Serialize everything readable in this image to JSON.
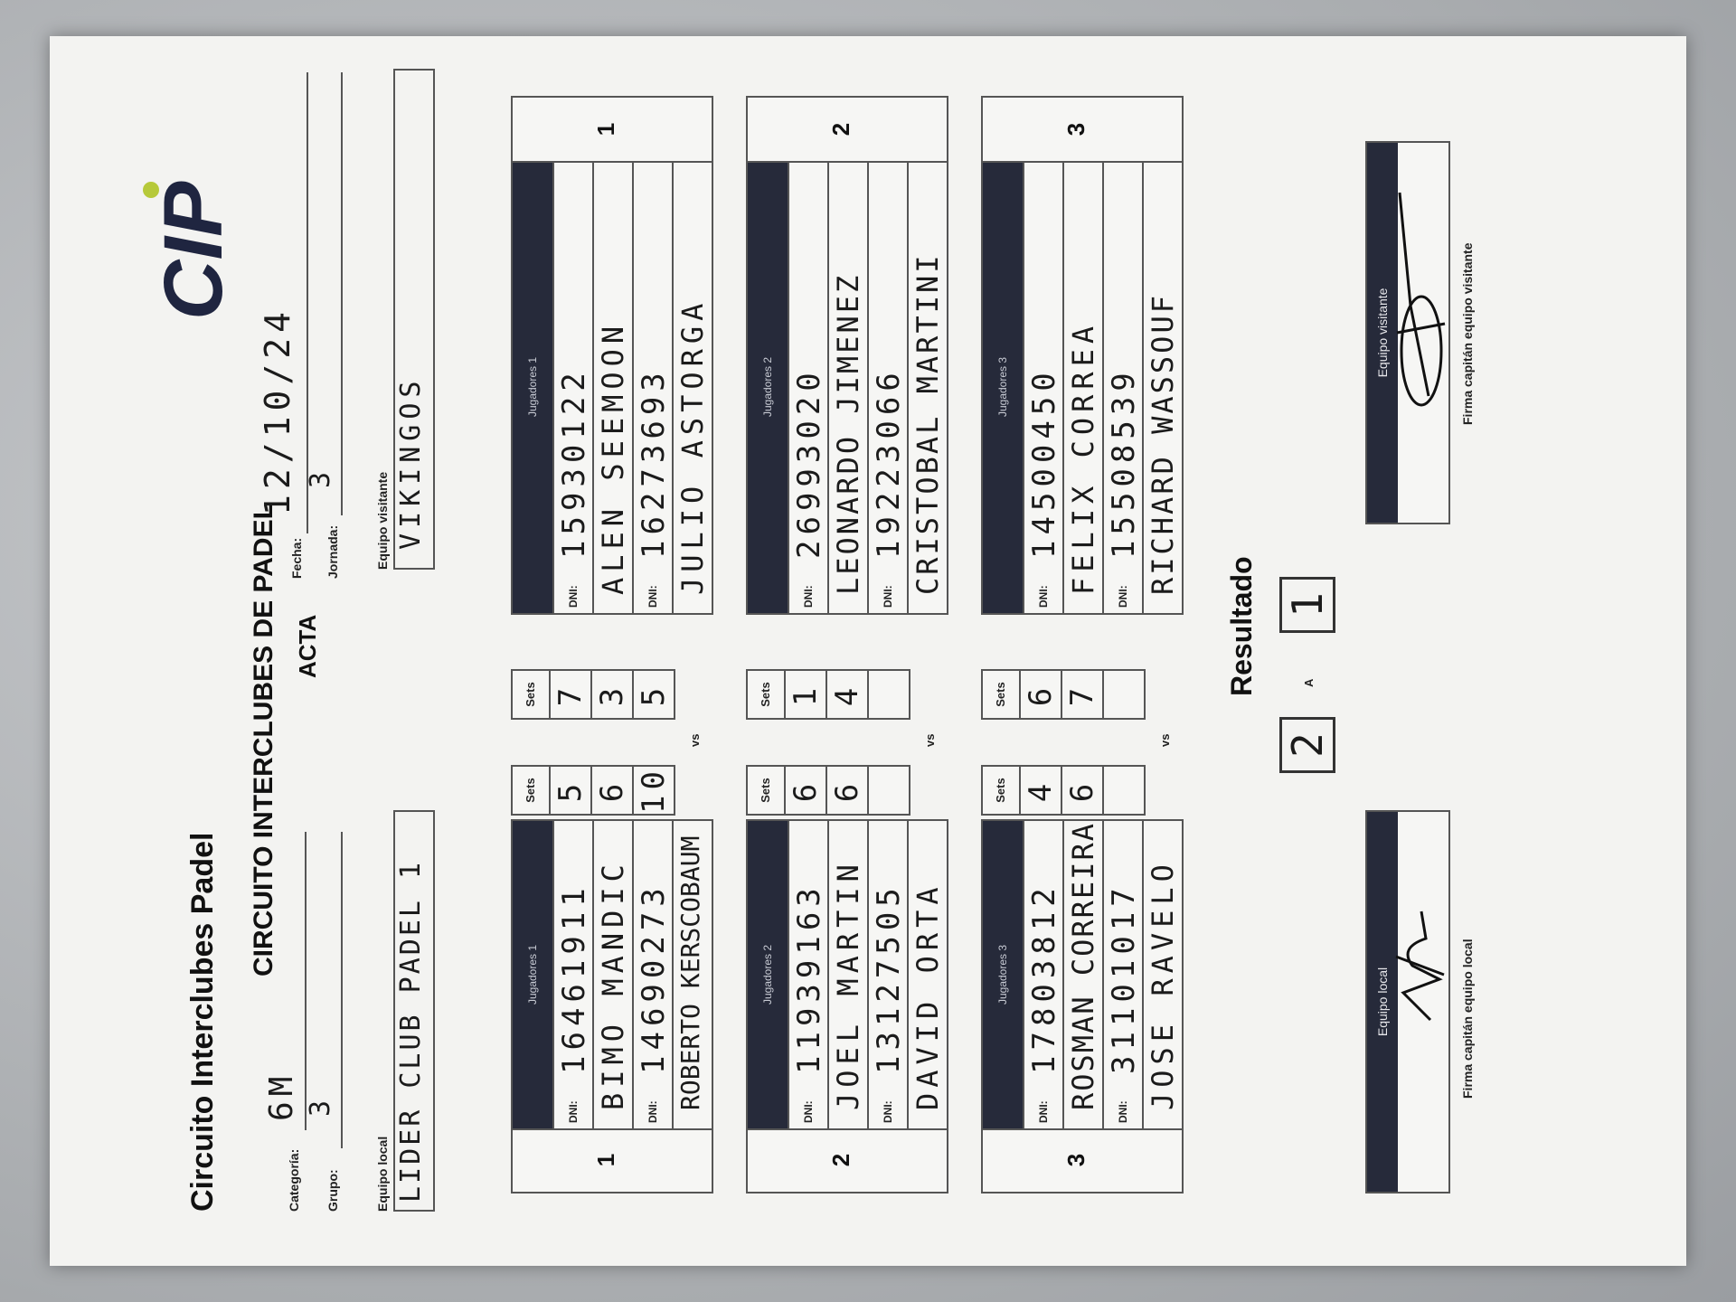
{
  "header": {
    "subtitle": "Circuito Interclubes Padel",
    "title": "CIRCUITO INTERCLUBES DE PADEL",
    "acta": "ACTA",
    "logo_text": "CIP"
  },
  "meta": {
    "categoria_label": "Categoría:",
    "categoria_value": "6M",
    "grupo_label": "Grupo:",
    "grupo_value": "3",
    "fecha_label": "Fecha:",
    "fecha_value": "12/10/24",
    "jornada_label": "Jornada:",
    "jornada_value": "3",
    "local_label": "Equipo local",
    "local_value": "LIDER CLUB PADEL 1",
    "visitante_label": "Equipo visitante",
    "visitante_value": "VIKINGOS"
  },
  "labels": {
    "dni": "DNI:",
    "sets": "Sets",
    "vs": "vs"
  },
  "matches": [
    {
      "number": "1",
      "local": {
        "header": "Jugadores 1",
        "p1_dni": "16461911",
        "p1_name": "BIMO MANDIC",
        "p2_dni": "14690273",
        "p2_name": "ROBERTO KERSCOBAUM"
      },
      "local_sets": [
        "5",
        "6",
        "10"
      ],
      "visit_sets": [
        "7",
        "3",
        "5"
      ],
      "visit": {
        "header": "Jugadores 1",
        "p1_dni": "15930122",
        "p1_name": "ALEN SEEMOON",
        "p2_dni": "16273693",
        "p2_name": "JULIO ASTORGA"
      }
    },
    {
      "number": "2",
      "local": {
        "header": "Jugadores 2",
        "p1_dni": "11939163",
        "p1_name": "JOEL MARTIN",
        "p2_dni": "13127505",
        "p2_name": "DAVID ORTA"
      },
      "local_sets": [
        "6",
        "6",
        ""
      ],
      "visit_sets": [
        "1",
        "4",
        ""
      ],
      "visit": {
        "header": "Jugadores 2",
        "p1_dni": "26993020",
        "p1_name": "LEONARDO JIMENEZ",
        "p2_dni": "19223066",
        "p2_name": "CRISTOBAL MARTINI"
      }
    },
    {
      "number": "3",
      "local": {
        "header": "Jugadores 3",
        "p1_dni": "17803812",
        "p1_name": "ROSMAN CORREIRA",
        "p2_dni": "31101017",
        "p2_name": "JOSE RAVELO"
      },
      "local_sets": [
        "4",
        "6",
        ""
      ],
      "visit_sets": [
        "6",
        "7",
        ""
      ],
      "visit": {
        "header": "Jugadores 3",
        "p1_dni": "14500450",
        "p1_name": "FELIX CORREA",
        "p2_dni": "15508539",
        "p2_name": "RICHARD WASSOUF"
      }
    }
  ],
  "resultado": {
    "label": "Resultado",
    "local": "2",
    "sep": "A",
    "visitante": "1"
  },
  "signatures": {
    "local_header": "Equipo local",
    "local_caption": "Firma capitán equipo local",
    "visit_header": "Equipo visitante",
    "visit_caption": "Firma capitán equipo visitante"
  }
}
